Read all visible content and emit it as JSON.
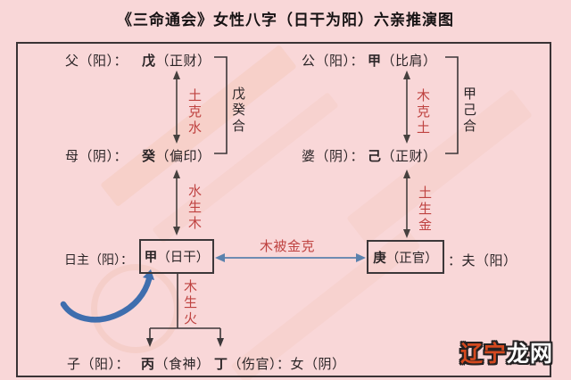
{
  "title": "《三命通会》女性八字（日干为阳）六亲推演图",
  "nodes": {
    "father": {
      "label": "父（阳）：",
      "stem": "戊",
      "god": "（正财）"
    },
    "mother": {
      "label": "母（阴）：",
      "stem": "癸",
      "god": "（偏印）"
    },
    "father_in_law": {
      "label": "公（阳）：",
      "stem": "甲",
      "god": "（比肩）"
    },
    "mother_in_law": {
      "label": "婆（阴）：",
      "stem": "己",
      "god": "（正财）"
    },
    "day_master": {
      "label": "日主（阳）：",
      "stem": "甲",
      "god": "（日干）"
    },
    "husband": {
      "stem": "庚",
      "god": "（正官）",
      "suffix": "：夫（阳）"
    },
    "son": {
      "label": "子（阳）：",
      "stem": "丙",
      "god": "（食神）"
    },
    "daughter": {
      "stem": "丁",
      "god": "（伤官）：女（阴）"
    }
  },
  "relations": {
    "earth_controls_water": "土克水",
    "wood_controls_earth": "木克土",
    "water_generates_wood": "水生木",
    "earth_generates_metal": "土生金",
    "wood_generates_fire": "木生火",
    "wood_controlled_by_metal": "木被金克",
    "wu_gui_combination": "戊癸合",
    "jia_ji_combination": "甲己合"
  },
  "watermark": {
    "part1": "辽宁",
    "part2": "龙网"
  },
  "colors": {
    "background": "#f9d7d8",
    "relation_red": "#bf4341",
    "arrow_blue": "#5b82ad",
    "swoosh_blue": "#3f6eae",
    "line_dark": "#46413f",
    "watermark_red": "#d4491f",
    "watermark_white": "#ffffff"
  }
}
